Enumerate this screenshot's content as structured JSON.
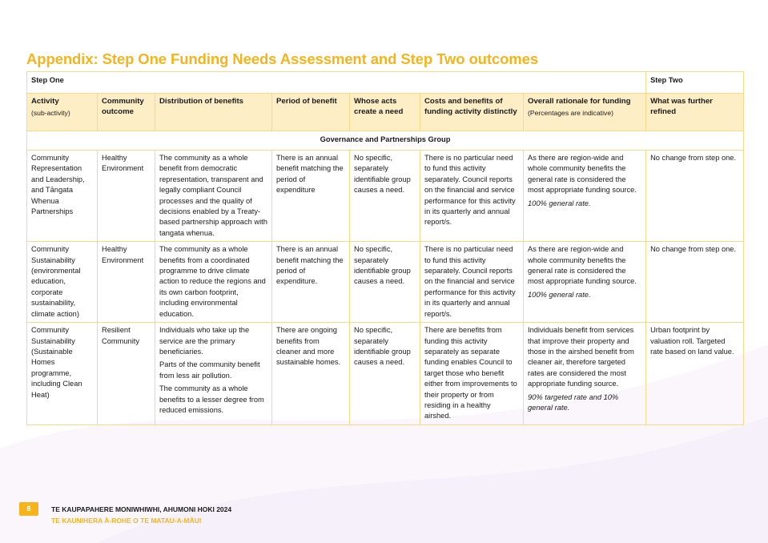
{
  "title": "Appendix: Step One Funding Needs Assessment and Step Two outcomes",
  "table": {
    "step_one": "Step One",
    "step_two": "Step Two",
    "headers": {
      "activity": "Activity",
      "activity_sub": "(sub-activity)",
      "community_outcome": "Community outcome",
      "distribution": "Distribution of benefits",
      "period": "Period of benefit",
      "whose_acts": "Whose acts create a need",
      "costs_benefits": "Costs and benefits of funding activity distinctly",
      "rationale": "Overall rationale for funding",
      "rationale_sub": "(Percentages are indicative)",
      "further_refined": "What was further refined"
    },
    "group": "Governance and Partnerships Group",
    "rows": [
      {
        "activity_bold": "Community Representation and Leadership, and Tāngata Whenua Partnerships",
        "activity_sub": "",
        "outcome": "Healthy Environment",
        "distribution": [
          "The community as a whole benefit from democratic representation, transparent and legally compliant Council processes and the quality of decisions enabled by a Treaty-based partnership approach with tangata whenua."
        ],
        "period": "There is an annual benefit matching the period of expenditure",
        "whose_acts": "No specific, separately identifiable group causes a need.",
        "costs": "There is no particular need to fund this activity separately. Council reports on the financial and service performance for this activity in its quarterly and annual report/s.",
        "rationale": "As there are region-wide and whole community benefits the general rate is considered the most appropriate funding source.",
        "rationale_pct": "100% general rate.",
        "refined": "No change from step one."
      },
      {
        "activity_bold": "Community Sustainability",
        "activity_sub": "(environmental education, corporate sustainability, climate action)",
        "outcome": "Healthy Environment",
        "distribution": [
          "The community as a whole benefits from a coordinated programme to drive climate action to reduce the regions and its own carbon footprint, including environmental education."
        ],
        "period": "There is an annual benefit matching the period of expenditure.",
        "whose_acts": "No specific, separately identifiable group causes a need.",
        "costs": "There is no particular need to fund this activity separately. Council reports on the financial and service performance for this activity in its quarterly and annual report/s.",
        "rationale": "As there are region-wide and whole community benefits the general rate is considered the most appropriate funding source.",
        "rationale_pct": "100% general rate.",
        "refined": "No change from step one."
      },
      {
        "activity_bold": "Community Sustainability",
        "activity_sub": "(Sustainable Homes programme, including Clean Heat)",
        "outcome": "Resilient Community",
        "distribution": [
          "Individuals who take up the service are the primary beneficiaries.",
          "Parts of the community benefit from less air pollution.",
          "The community as a whole benefits to a lesser degree from reduced emissions."
        ],
        "period": "There are ongoing benefits from cleaner and more sustainable homes.",
        "whose_acts": "No specific, separately identifiable group causes a need.",
        "costs": "There are benefits from funding this activity separately as separate funding enables Council to target those who benefit either from improvements to their property or from residing in a healthy airshed.",
        "rationale": "Individuals benefit from services that improve their property and those in the airshed benefit from cleaner air, therefore targeted rates are considered the most appropriate funding source.",
        "rationale_pct": "90% targeted rate and 10% general rate.",
        "refined": "Urban footprint by valuation roll. Targeted rate based on land value."
      }
    ]
  },
  "footer": {
    "page_number": "8",
    "line1": "TE KAUPAPAHERE MONIWHIWHI, AHUMONI HOKI 2024",
    "line2": "TE KAUNIHERA Ā-ROHE O TE MATAU-A-MĀUI"
  },
  "colors": {
    "accent": "#f5b41e",
    "header_fill": "#fdeec6",
    "border": "#f7d98a"
  }
}
